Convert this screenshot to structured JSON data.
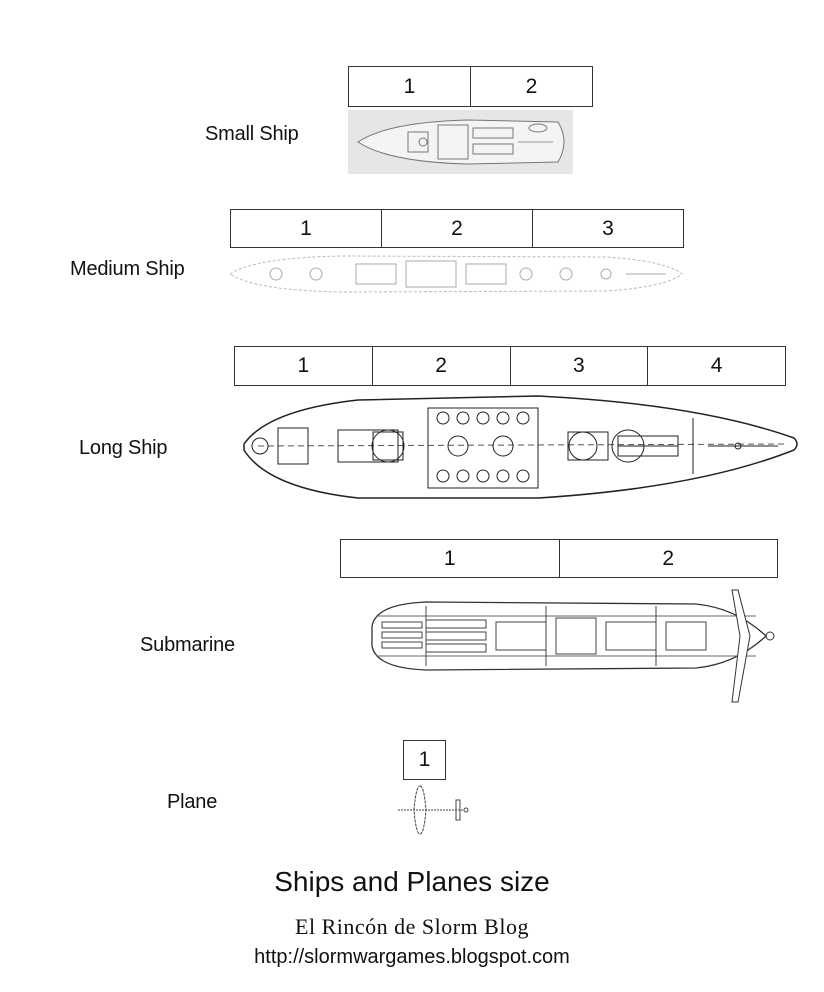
{
  "rows": [
    {
      "label": "Small Ship",
      "segments": [
        "1",
        "2"
      ],
      "ship_icon": "small-ship-topview"
    },
    {
      "label": "Medium Ship",
      "segments": [
        "1",
        "2",
        "3"
      ],
      "ship_icon": "medium-ship-topview"
    },
    {
      "label": "Long Ship",
      "segments": [
        "1",
        "2",
        "3",
        "4"
      ],
      "ship_icon": "battleship-topview"
    },
    {
      "label": "Submarine",
      "segments": [
        "1",
        "2"
      ],
      "ship_icon": "submarine-topview"
    },
    {
      "label": "Plane",
      "segments": [
        "1"
      ],
      "ship_icon": "plane-topview"
    }
  ],
  "footer": {
    "title": "Ships and Planes size",
    "subtitle": "El Rincón de Slorm Blog",
    "url": "http://slormwargames.blogspot.com"
  }
}
